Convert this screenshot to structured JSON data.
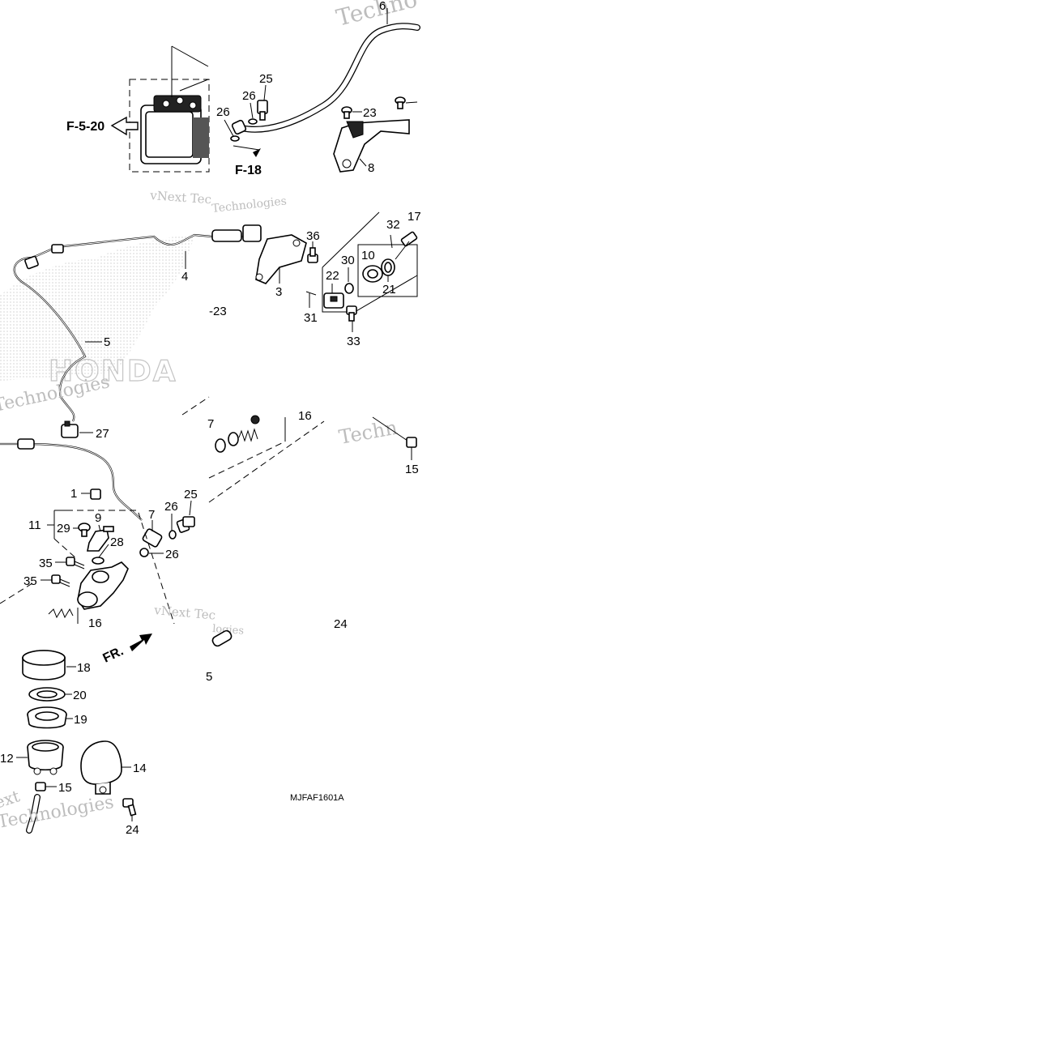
{
  "diagram": {
    "diagram_code": "MJFAF1601A",
    "ref_labels": {
      "f520": "F-5-20",
      "f18": "F-18",
      "front": "FR.",
      "fragment_23": "-23"
    },
    "watermarks": [
      "Techno",
      "vNext Tec",
      "Technologies",
      "Technologies",
      "vNext Tec",
      "Techn",
      "logies",
      "Technologies",
      "ext"
    ],
    "callouts": {
      "c1": "1",
      "c3": "3",
      "c4": "4",
      "c5": "5",
      "c6": "6",
      "c7a": "7",
      "c7b": "7",
      "c8": "8",
      "c9": "9",
      "c10": "10",
      "c11": "11",
      "c12": "12",
      "c14": "14",
      "c15a": "15",
      "c15b": "15",
      "c16a": "16",
      "c16b": "16",
      "c17": "17",
      "c18": "18",
      "c19": "19",
      "c20": "20",
      "c21": "21",
      "c22": "22",
      "c23": "23",
      "c24": "24",
      "c24b": "24",
      "c25a": "25",
      "c25b": "25",
      "c26a": "26",
      "c26b": "26",
      "c26c": "26",
      "c26d": "26",
      "c27": "27",
      "c28": "28",
      "c29": "29",
      "c30": "30",
      "c31": "31",
      "c32": "32",
      "c33": "33",
      "c35a": "35",
      "c35b": "35",
      "c36": "36",
      "c5b": "5"
    }
  }
}
